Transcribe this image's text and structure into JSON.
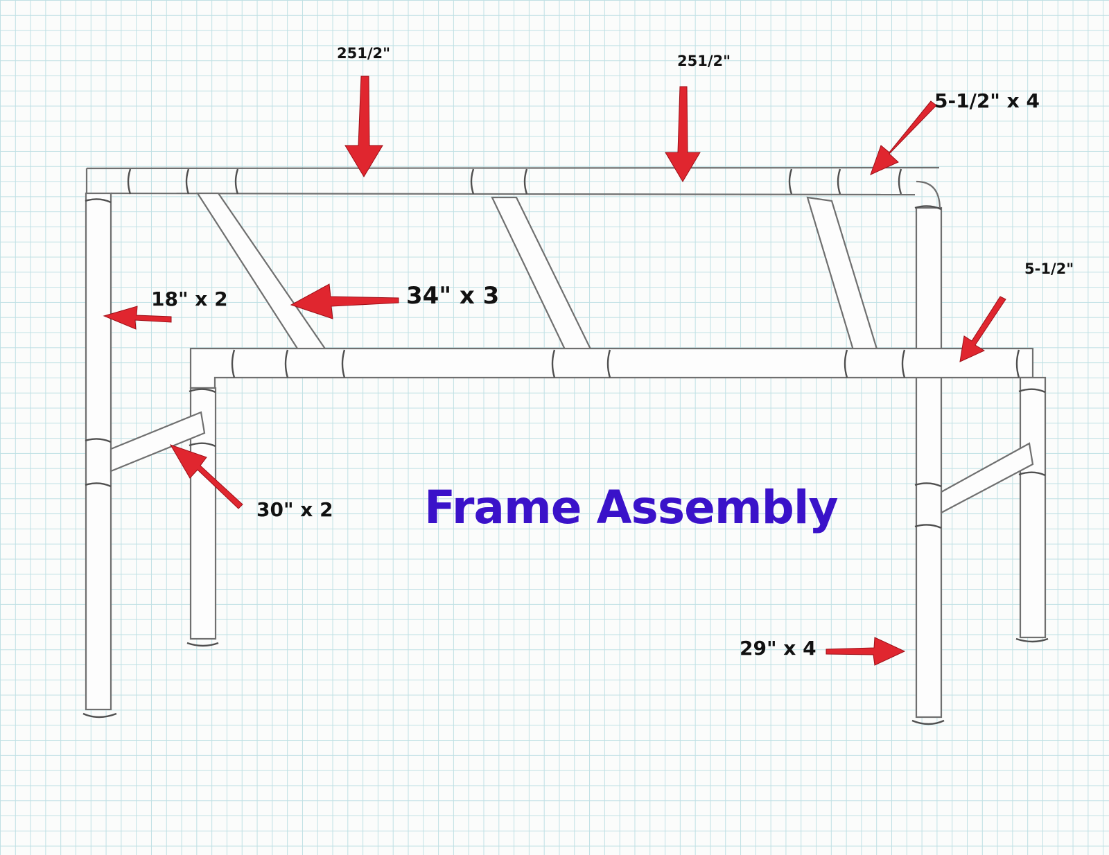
{
  "title": "Frame Assembly",
  "labels": {
    "top_rail_left": "251/2\"",
    "top_rail_right": "251/2\"",
    "corner_pieces": "5-1/2\" x 4",
    "right_short": "5-1/2\"",
    "leg_short": "18\" x 2",
    "diagonal": "34\" x 3",
    "side_brace": "30\" x 2",
    "legs": "29\" x 4"
  },
  "colors": {
    "arrow": "#e0262f",
    "title": "#3a12c9",
    "grid": "#bfe0e4"
  }
}
